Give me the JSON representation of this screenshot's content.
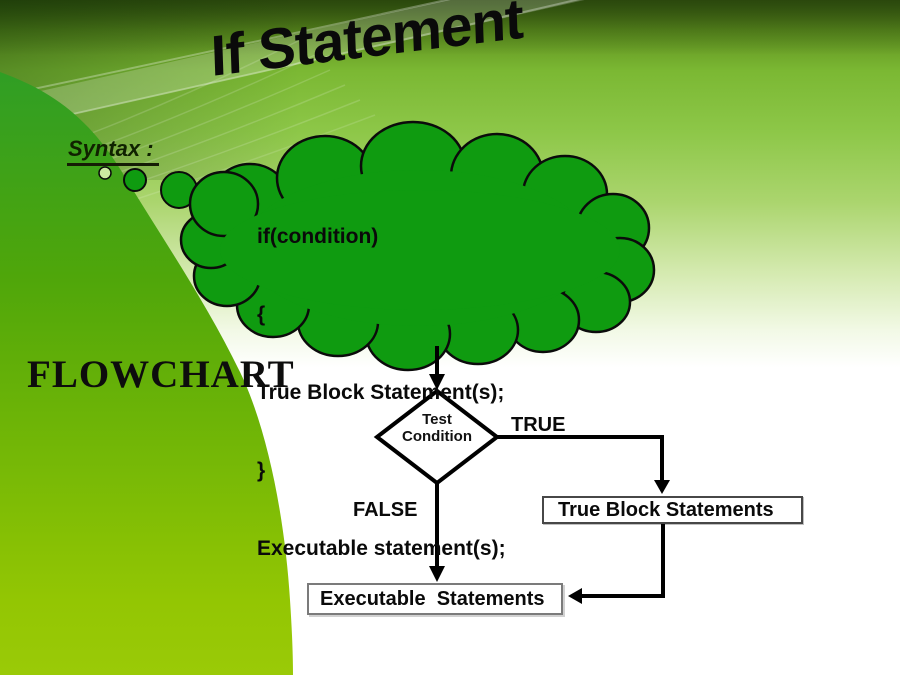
{
  "title": "If Statement",
  "syntax_label": "Syntax :",
  "flowchart_heading": "FLOWCHART",
  "code_lines": [
    "if(condition)",
    "{",
    "True Block Statement(s);",
    "}",
    "Executable statement(s);"
  ],
  "flowchart": {
    "decision_line1": "Test",
    "decision_line2": "Condition",
    "true_label": "TRUE",
    "false_label": "FALSE",
    "true_box_label": "True Block Statements",
    "exec_box_label": "Executable  Statements"
  },
  "colors": {
    "cloud_green": "#0f9b10",
    "blob_green_top": "#2f9e25",
    "blob_green_bottom": "#9aca07",
    "background_top": "#3f5c12",
    "background_mid": "#8dc748",
    "background_bottom": "#ffffff",
    "line_color": "#000000",
    "true_box_border": "#474747",
    "exec_box_border": "#7b7b7b"
  }
}
